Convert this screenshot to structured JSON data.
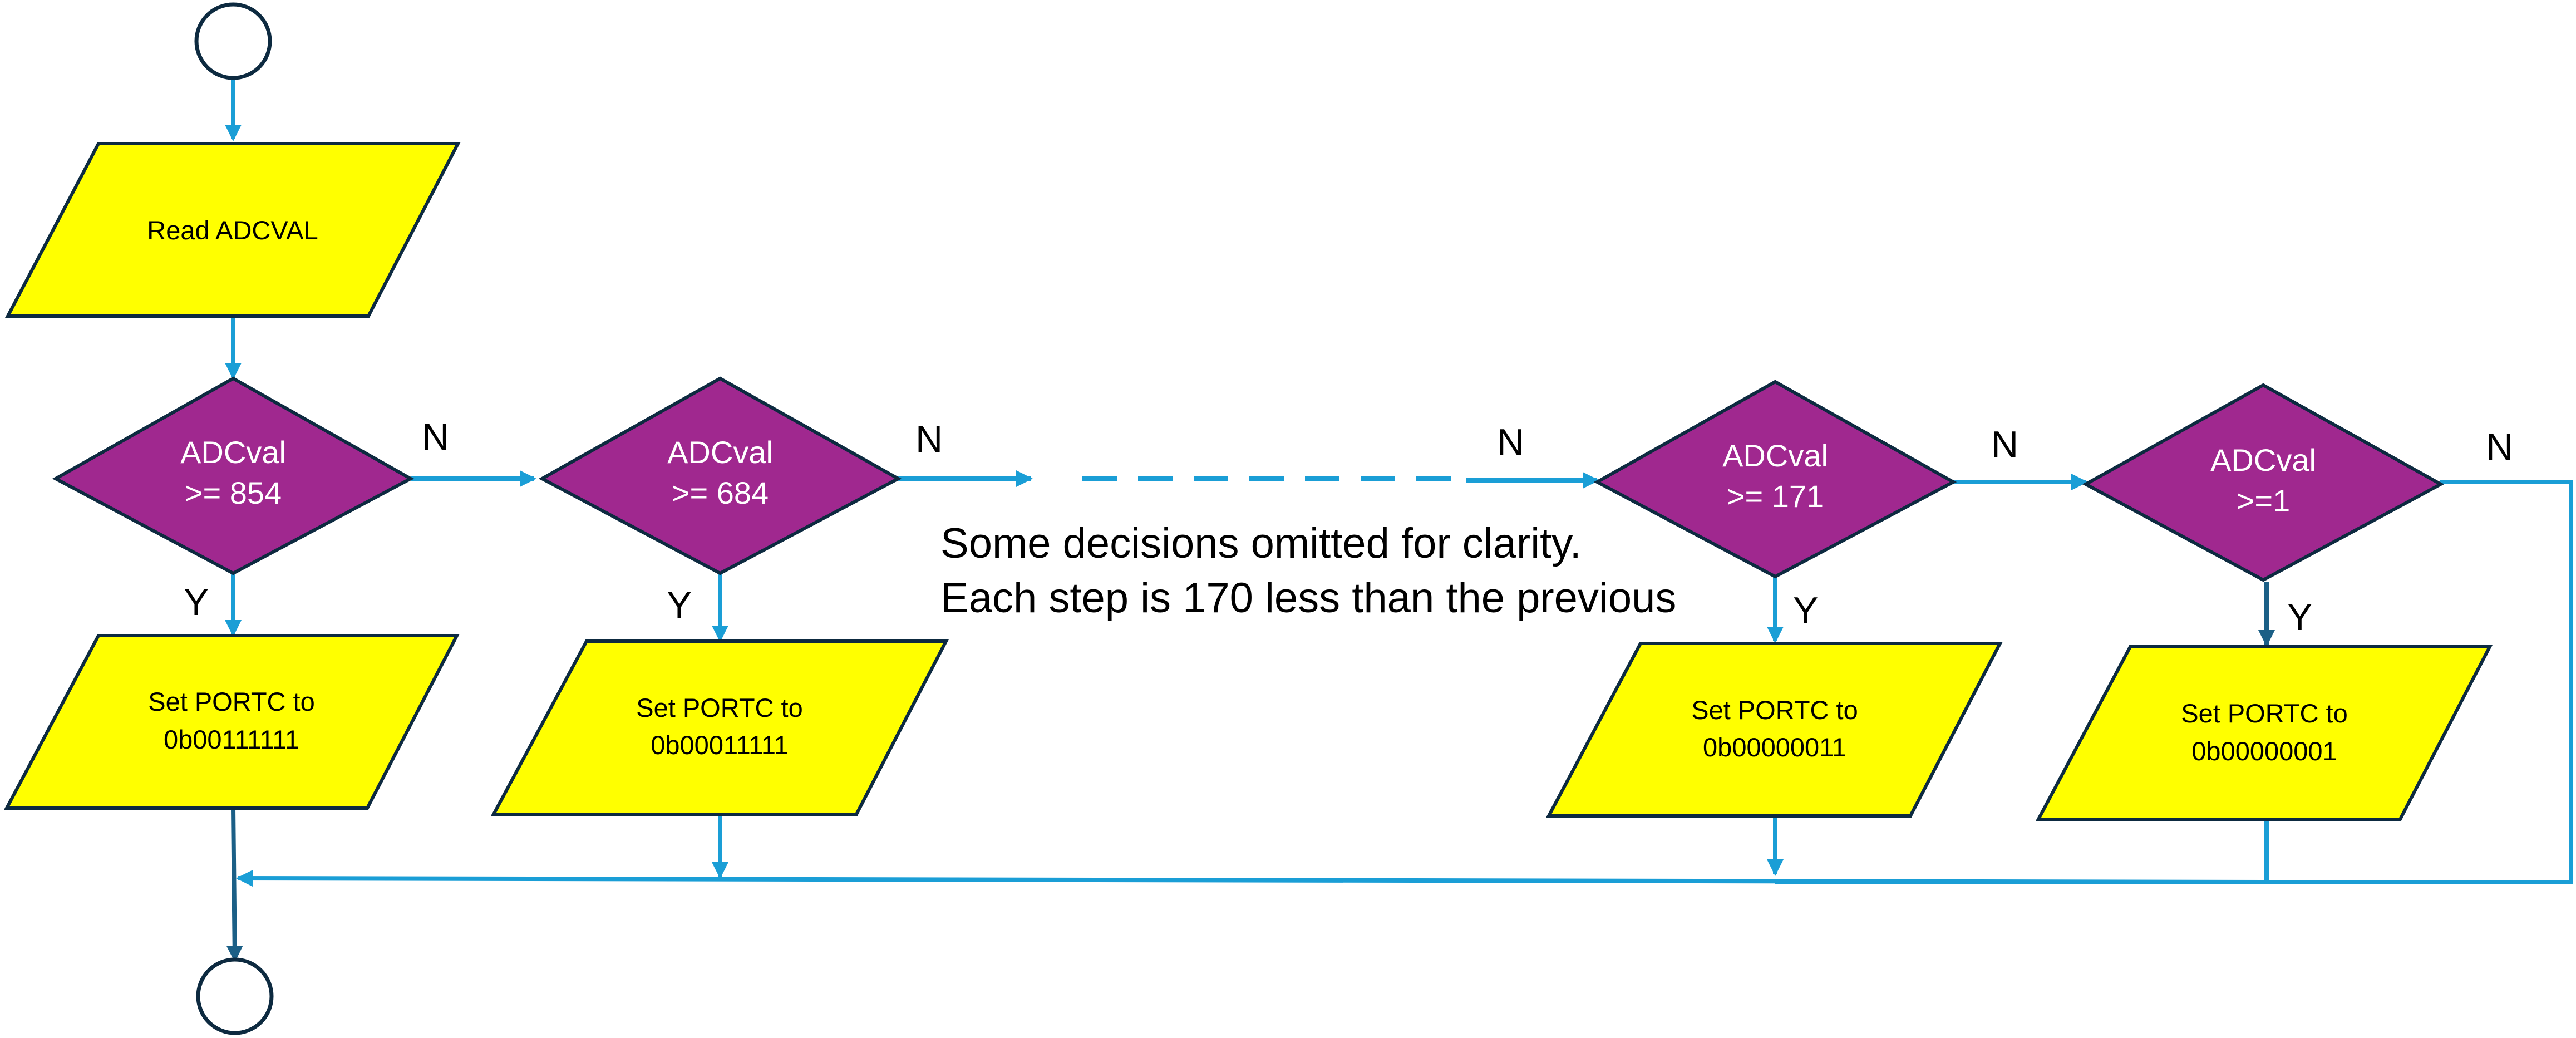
{
  "colors": {
    "flow_line": "#1a9ed6",
    "dark_arrow": "#1b5f86",
    "io_fill": "#ffff00",
    "decision_fill": "#a0288f",
    "outline": "#0d2a40",
    "terminator_fill": "#ffffff"
  },
  "flowchart": {
    "input_box": {
      "text": "Read ADCVAL"
    },
    "decisions": [
      {
        "line1": "ADCval",
        "line2": ">= 854"
      },
      {
        "line1": "ADCval",
        "line2": ">= 684"
      },
      {
        "line1": "ADCval",
        "line2": ">= 171"
      },
      {
        "line1": "ADCval",
        "line2": ">=1"
      }
    ],
    "outputs": [
      {
        "line1": "Set PORTC to",
        "line2": "0b00111111"
      },
      {
        "line1": "Set PORTC to",
        "line2": "0b00011111"
      },
      {
        "line1": "Set PORTC to",
        "line2": "0b00000011"
      },
      {
        "line1": "Set PORTC to",
        "line2": "0b00000001"
      }
    ],
    "yes_label": "Y",
    "no_label": "N",
    "note": {
      "line1": "Some decisions omitted for clarity.",
      "line2": "Each step is 170 less than the previous"
    }
  }
}
